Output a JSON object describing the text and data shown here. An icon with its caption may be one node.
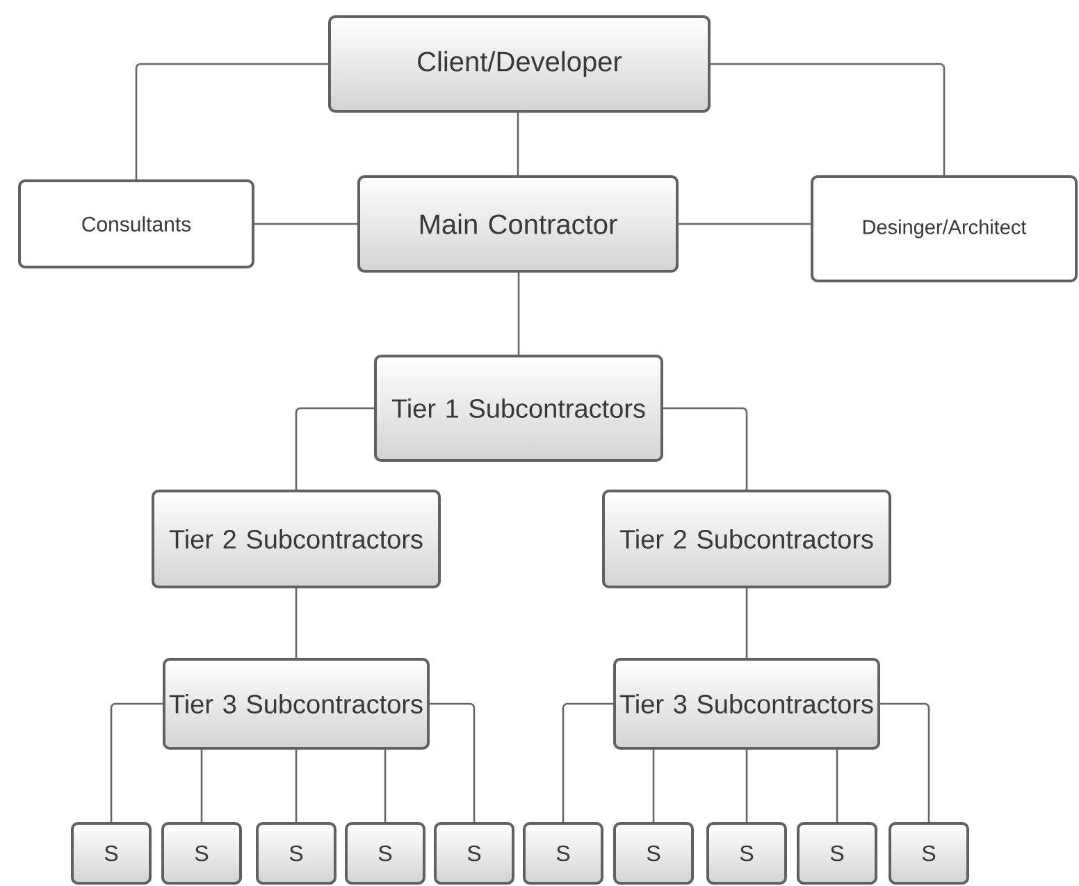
{
  "diagram": {
    "nodes": [
      {
        "text": [
          "Client/Developer"
        ]
      },
      {
        "text": [
          "Consultants"
        ]
      },
      {
        "text": [
          "Main Contractor"
        ]
      },
      {
        "text": [
          "Desinger/Architect"
        ]
      },
      {
        "text": [
          "Tier 1 Subcontractors"
        ]
      },
      {
        "text": [
          "Tier 2 Subcontractors"
        ]
      },
      {
        "text": [
          "Tier 2 Subcontractors"
        ]
      },
      {
        "text": [
          "Tier 3 Subcontractors"
        ]
      },
      {
        "text": [
          "Tier 3 Subcontractors"
        ]
      },
      {
        "text": [
          "S"
        ]
      },
      {
        "text": [
          "S"
        ]
      },
      {
        "text": [
          "S"
        ]
      },
      {
        "text": [
          "S"
        ]
      },
      {
        "text": [
          "S"
        ]
      },
      {
        "text": [
          "S"
        ]
      },
      {
        "text": [
          "S"
        ]
      },
      {
        "text": [
          "S"
        ]
      },
      {
        "text": [
          "S"
        ]
      },
      {
        "text": [
          "S"
        ]
      }
    ],
    "edges": [
      {
        "from": 0,
        "to": 1,
        "arrow": "none"
      },
      {
        "from": 0,
        "to": 2,
        "arrow": "none"
      },
      {
        "from": 0,
        "to": 3,
        "arrow": "none"
      },
      {
        "from": 2,
        "to": 1,
        "arrow": "none"
      },
      {
        "from": 2,
        "to": 3,
        "arrow": "none"
      },
      {
        "from": 2,
        "to": 4,
        "arrow": "none"
      },
      {
        "from": 4,
        "to": 5,
        "arrow": "none"
      },
      {
        "from": 4,
        "to": 6,
        "arrow": "none"
      },
      {
        "from": 5,
        "to": 7,
        "arrow": "none"
      },
      {
        "from": 6,
        "to": 8,
        "arrow": "none"
      },
      {
        "from": 7,
        "to": 9,
        "arrow": "none"
      },
      {
        "from": 7,
        "to": 10,
        "arrow": "none"
      },
      {
        "from": 7,
        "to": 11,
        "arrow": "none"
      },
      {
        "from": 7,
        "to": 12,
        "arrow": "none"
      },
      {
        "from": 7,
        "to": 13,
        "arrow": "none"
      },
      {
        "from": 8,
        "to": 14,
        "arrow": "none"
      },
      {
        "from": 8,
        "to": 15,
        "arrow": "none"
      },
      {
        "from": 8,
        "to": 16,
        "arrow": "none"
      },
      {
        "from": 8,
        "to": 17,
        "arrow": "none"
      },
      {
        "from": 8,
        "to": 18,
        "arrow": "none"
      }
    ]
  }
}
